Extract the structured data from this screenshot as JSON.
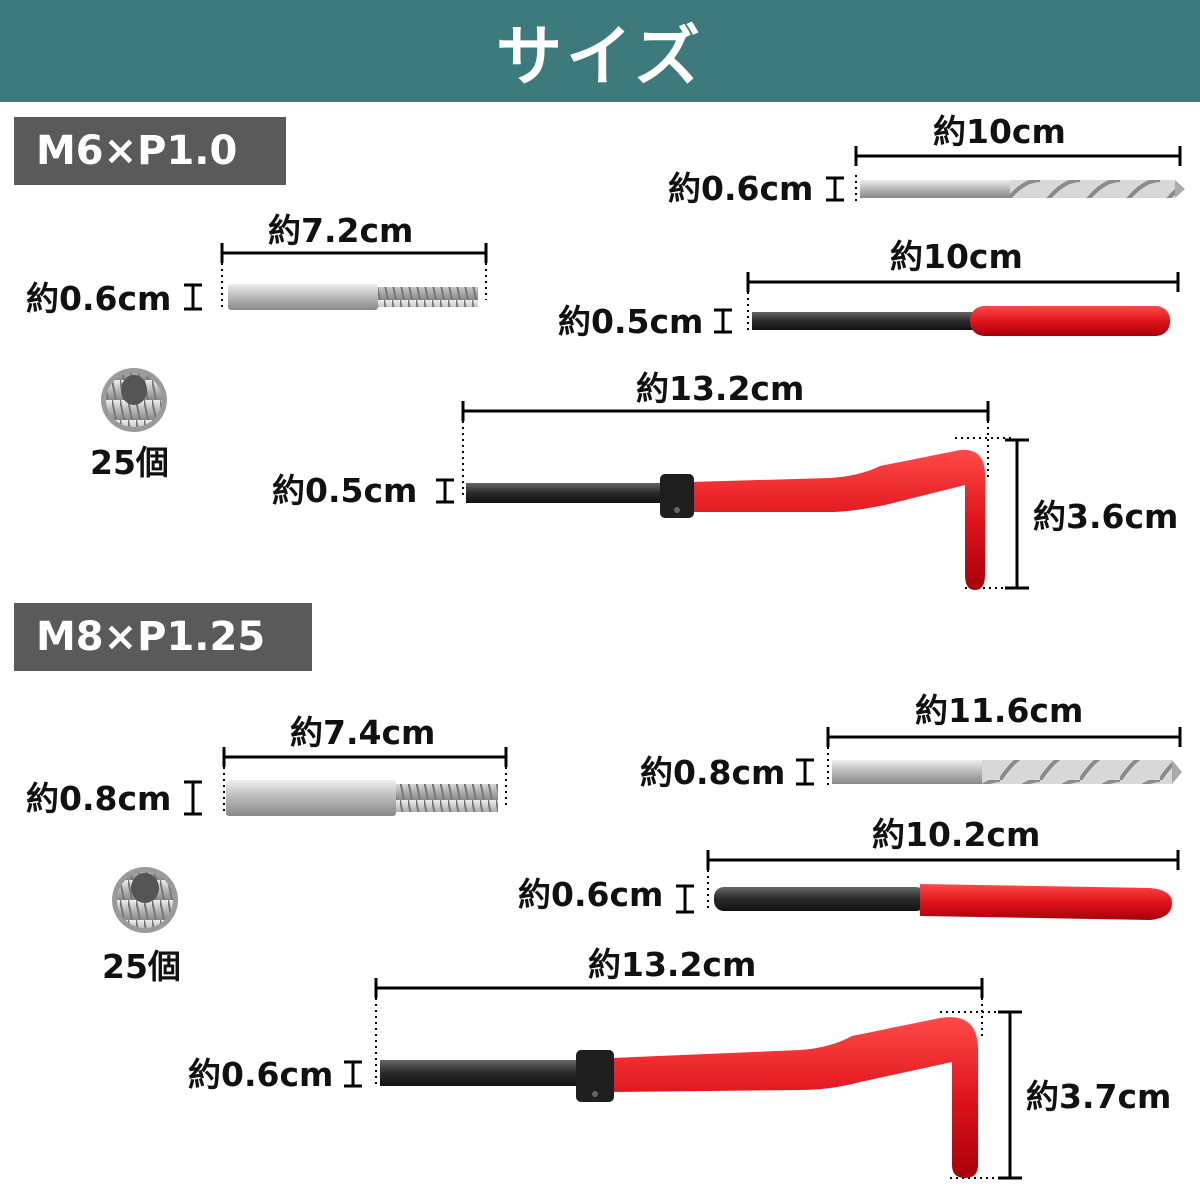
{
  "title": "サイズ",
  "sections": [
    {
      "heading": "M6×P1.0",
      "drill": {
        "length": "約10cm",
        "diameter": "約0.6cm"
      },
      "tap": {
        "length": "約7.2cm",
        "diameter": "約0.6cm"
      },
      "gauge": {
        "length": "約10cm",
        "diameter": "約0.5cm"
      },
      "tool": {
        "length": "約13.2cm",
        "diameter": "約0.5cm",
        "height": "約3.6cm"
      },
      "insert": {
        "count": "25個"
      }
    },
    {
      "heading": "M8×P1.25",
      "drill": {
        "length": "約11.6cm",
        "diameter": "約0.8cm"
      },
      "tap": {
        "length": "約7.4cm",
        "diameter": "約0.8cm"
      },
      "gauge": {
        "length": "約10.2cm",
        "diameter": "約0.6cm"
      },
      "tool": {
        "length": "約13.2cm",
        "diameter": "約0.6cm",
        "height": "約3.7cm"
      },
      "insert": {
        "count": "25個"
      }
    }
  ],
  "colors": {
    "header": "#3d7a7b",
    "tag": "#5a5a5a",
    "handle": "#e0141c",
    "shaft": "#2a2a2a"
  }
}
